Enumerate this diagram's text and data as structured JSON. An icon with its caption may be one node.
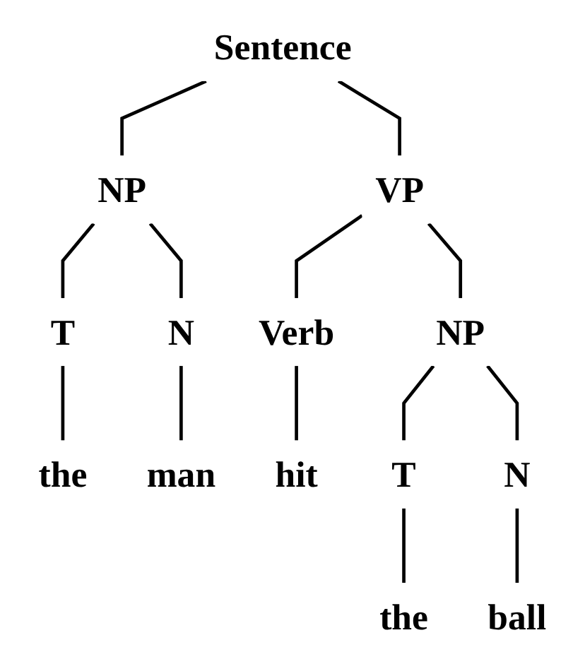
{
  "diagram": {
    "nodes": [
      {
        "text": [
          "Sentence"
        ]
      },
      {
        "text": [
          "NP"
        ]
      },
      {
        "text": [
          "VP"
        ]
      },
      {
        "text": [
          "T"
        ]
      },
      {
        "text": [
          "N"
        ]
      },
      {
        "text": [
          "Verb"
        ]
      },
      {
        "text": [
          "NP"
        ]
      },
      {
        "text": [
          "the"
        ]
      },
      {
        "text": [
          "man"
        ]
      },
      {
        "text": [
          "hit"
        ]
      },
      {
        "text": [
          "T"
        ]
      },
      {
        "text": [
          "N"
        ]
      },
      {
        "text": [
          "the"
        ]
      },
      {
        "text": [
          "ball"
        ]
      }
    ],
    "edges": [
      {
        "from": 0,
        "to": 1,
        "arrow": "none"
      },
      {
        "from": 0,
        "to": 2,
        "arrow": "none"
      },
      {
        "from": 1,
        "to": 3,
        "arrow": "none"
      },
      {
        "from": 1,
        "to": 4,
        "arrow": "none"
      },
      {
        "from": 2,
        "to": 5,
        "arrow": "none"
      },
      {
        "from": 2,
        "to": 6,
        "arrow": "none"
      },
      {
        "from": 3,
        "to": 7,
        "arrow": "none"
      },
      {
        "from": 4,
        "to": 8,
        "arrow": "none"
      },
      {
        "from": 5,
        "to": 9,
        "arrow": "none"
      },
      {
        "from": 6,
        "to": 10,
        "arrow": "none"
      },
      {
        "from": 6,
        "to": 11,
        "arrow": "none"
      },
      {
        "from": 10,
        "to": 12,
        "arrow": "none"
      },
      {
        "from": 11,
        "to": 13,
        "arrow": "none"
      }
    ]
  }
}
